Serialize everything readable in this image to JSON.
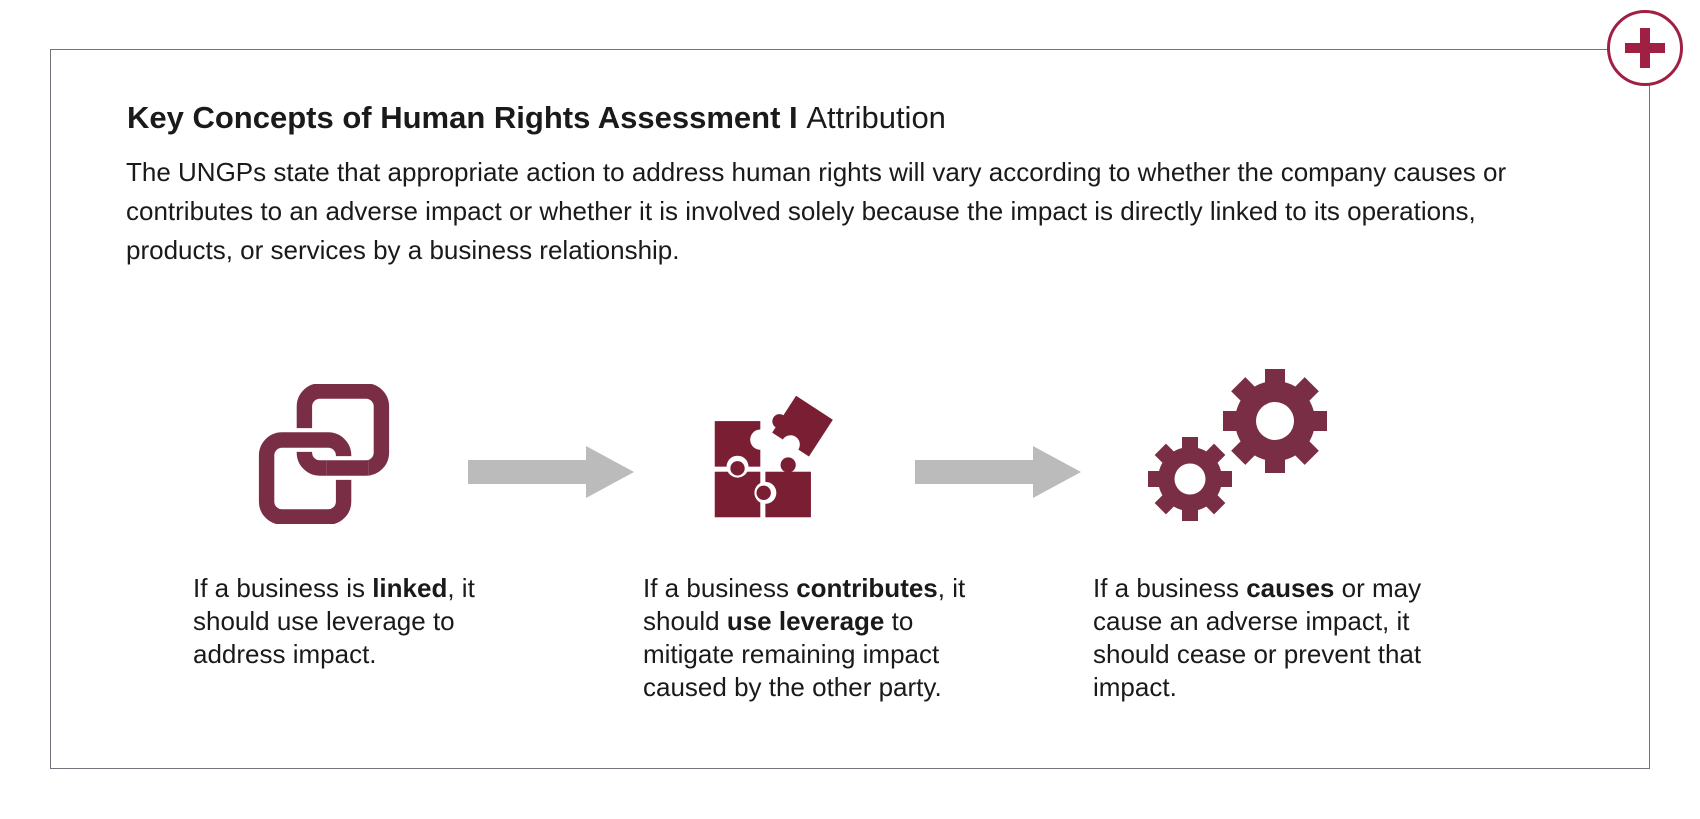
{
  "colors": {
    "maroon": "#7A2E45",
    "maroon_deep": "#7A1F33",
    "crimson": "#A02044",
    "frame_border": "#6F757B",
    "arrow_gray": "#BBBBBB",
    "text": "#1A1A1A"
  },
  "header": {
    "title_bold": "Key Concepts of Human Rights Assessment I",
    "title_regular": "Attribution",
    "intro": "The UNGPs state that appropriate action to address human rights will vary according to whether the company causes or contributes to an adverse impact or whether it is involved solely because the impact is directly linked to its operations, products, or services by a business relationship."
  },
  "expand_button": {
    "symbol": "+"
  },
  "steps": [
    {
      "name": "linked",
      "icon": "link-icon",
      "caption": [
        {
          "t": "If a business is ",
          "b": false
        },
        {
          "t": "linked",
          "b": true
        },
        {
          "t": ", it should use leverage to address impact.",
          "b": false
        }
      ]
    },
    {
      "name": "contributes",
      "icon": "puzzle-icon",
      "caption": [
        {
          "t": "If a business ",
          "b": false
        },
        {
          "t": "contributes",
          "b": true
        },
        {
          "t": ", it should ",
          "b": false
        },
        {
          "t": "use leverage",
          "b": true
        },
        {
          "t": " to mitigate remaining impact caused by the other party.",
          "b": false
        }
      ]
    },
    {
      "name": "causes",
      "icon": "gears-icon",
      "caption": [
        {
          "t": "If a business ",
          "b": false
        },
        {
          "t": "causes",
          "b": true
        },
        {
          "t": " or may cause an adverse impact, it should cease or prevent that impact.",
          "b": false
        }
      ]
    }
  ]
}
